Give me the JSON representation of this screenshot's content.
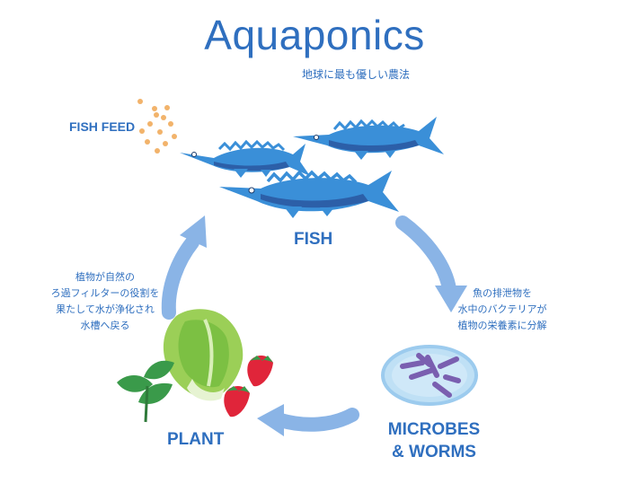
{
  "title": "Aquaponics",
  "subtitle": "地球に最も優しい農法",
  "labels": {
    "fish_feed": "FISH FEED",
    "fish": "FISH",
    "plant": "PLANT",
    "microbes_line1": "MICROBES",
    "microbes_line2": "& WORMS"
  },
  "notes": {
    "left": [
      "植物が自然の",
      "ろ過フィルターの役割を",
      "果たして水が浄化され",
      "水槽へ戻る"
    ],
    "right": [
      "魚の排泄物を",
      "水中のバクテリアが",
      "植物の栄養素に分解"
    ]
  },
  "colors": {
    "title_blue": "#2f6fbf",
    "arrow_blue": "#8ab4e6",
    "fish_blue": "#3a8fd8",
    "fish_dark": "#2c5fa8",
    "feed_orange": "#f2b36b",
    "lettuce_green": "#7cc043",
    "strawberry_red": "#e0253a",
    "microbe_purple": "#7a5fb0"
  }
}
